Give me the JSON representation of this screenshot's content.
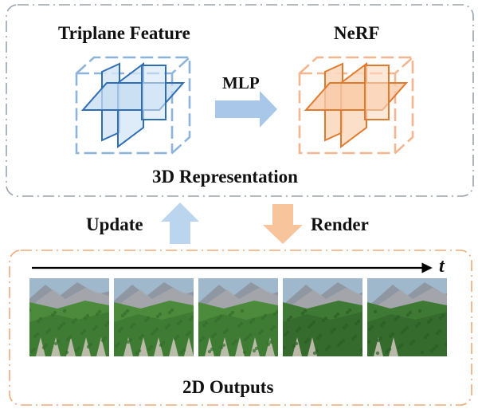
{
  "top_panel": {
    "left_title": "Triplane Feature",
    "right_title": "NeRF",
    "arrow_label": "MLP",
    "caption": "3D Representation"
  },
  "middle": {
    "update_label": "Update",
    "render_label": "Render"
  },
  "bottom_panel": {
    "time_label": "t",
    "caption": "2D Outputs",
    "frames": [
      {
        "name": "frame-1",
        "depicts": "mountain-forest-1"
      },
      {
        "name": "frame-2",
        "depicts": "mountain-forest-2"
      },
      {
        "name": "frame-3",
        "depicts": "mountain-forest-3"
      },
      {
        "name": "frame-4",
        "depicts": "mountain-forest-4"
      },
      {
        "name": "frame-5",
        "depicts": "mountain-forest-5"
      }
    ]
  },
  "colors": {
    "triplane_blue": "#2f6db5",
    "triplane_fill": "#d6e6f7",
    "nerf_orange": "#e07a2e",
    "nerf_fill": "#fbd9c0",
    "panel_border": "#9aa3ae",
    "update_arrow": "#bcd5ee",
    "render_arrow": "#f7c49c",
    "bottom_border": "#f0a877"
  }
}
